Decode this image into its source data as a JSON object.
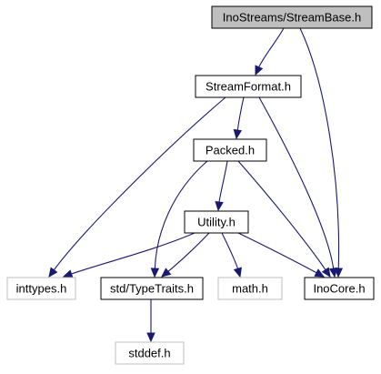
{
  "graph": {
    "colors": {
      "edge": "#191970",
      "root_fill": "#bfbfbf",
      "root_border": "#000000",
      "internal_border": "#000000",
      "external_border": "#bfbfbf",
      "fill": "#ffffff"
    },
    "nodes": [
      {
        "id": "streambase",
        "label": "InoStreams/StreamBase.h",
        "kind": "root"
      },
      {
        "id": "streamformat",
        "label": "StreamFormat.h",
        "kind": "internal"
      },
      {
        "id": "packed",
        "label": "Packed.h",
        "kind": "internal"
      },
      {
        "id": "utility",
        "label": "Utility.h",
        "kind": "internal"
      },
      {
        "id": "inttypes",
        "label": "inttypes.h",
        "kind": "external"
      },
      {
        "id": "typetraits",
        "label": "std/TypeTraits.h",
        "kind": "internal"
      },
      {
        "id": "math",
        "label": "math.h",
        "kind": "external"
      },
      {
        "id": "inocore",
        "label": "InoCore.h",
        "kind": "internal"
      },
      {
        "id": "stddef",
        "label": "stddef.h",
        "kind": "external"
      }
    ],
    "edges": [
      {
        "from": "streambase",
        "to": "streamformat"
      },
      {
        "from": "streambase",
        "to": "inocore"
      },
      {
        "from": "streamformat",
        "to": "packed"
      },
      {
        "from": "streamformat",
        "to": "inttypes"
      },
      {
        "from": "streamformat",
        "to": "inocore"
      },
      {
        "from": "packed",
        "to": "utility"
      },
      {
        "from": "packed",
        "to": "typetraits"
      },
      {
        "from": "packed",
        "to": "inocore"
      },
      {
        "from": "utility",
        "to": "inttypes"
      },
      {
        "from": "utility",
        "to": "typetraits"
      },
      {
        "from": "utility",
        "to": "math"
      },
      {
        "from": "utility",
        "to": "inocore"
      },
      {
        "from": "typetraits",
        "to": "stddef"
      }
    ]
  }
}
